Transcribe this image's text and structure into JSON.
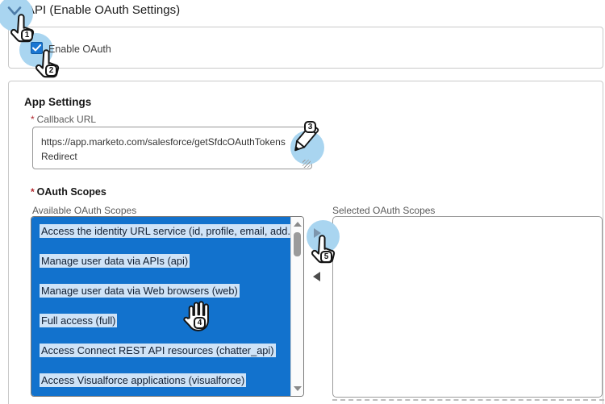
{
  "header": {
    "title": "API (Enable OAuth Settings)"
  },
  "oauth_toggle": {
    "label": "Enable OAuth",
    "checked": true
  },
  "app_settings": {
    "heading": "App Settings",
    "callback_url": {
      "required_marker": "*",
      "label": "Callback URL",
      "value": "https://app.marketo.com/salesforce/getSfdcOAuthTokensRedirect"
    }
  },
  "oauth_scopes": {
    "required_marker": "*",
    "heading": "OAuth Scopes",
    "available": {
      "label": "Available OAuth Scopes",
      "items": [
        "Access the identity URL service (id, profile, email, add...",
        "Manage user data via APIs (api)",
        "Manage user data via Web browsers (web)",
        "Full access (full)",
        "Access Connect REST API resources (chatter_api)",
        "Access Visualforce applications (visualforce)"
      ]
    },
    "selected": {
      "label": "Selected OAuth Scopes",
      "items": []
    }
  },
  "callouts": {
    "steps": [
      "1",
      "2",
      "3",
      "4",
      "5"
    ]
  },
  "icons": {
    "chevron": "chevron-down-icon",
    "checkmark": "check-icon",
    "edit": "pencil-icon",
    "move_right": "right-arrow-icon",
    "move_left": "left-arrow-icon",
    "pointer_cursor": "hand-pointer-icon",
    "open_hand_cursor": "hand-open-icon"
  },
  "colors": {
    "listbox_bg": "#1272cd",
    "item_highlight": "#cfe3f7",
    "checkbox_fill": "#1976d2",
    "callout_circle": "#a9d5f0",
    "required_asterisk": "#b0272d"
  }
}
